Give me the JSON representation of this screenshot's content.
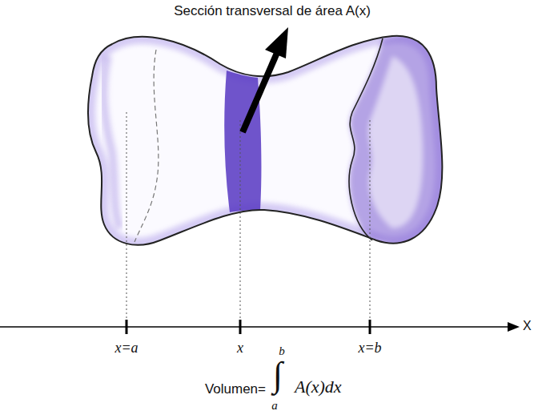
{
  "diagram": {
    "labels": [
      "Sección transversal de área A(x)",
      "x=a",
      "x",
      "x=b",
      "X",
      "Volumen=",
      "∫",
      "b",
      "a",
      "A(x)dx"
    ]
  }
}
